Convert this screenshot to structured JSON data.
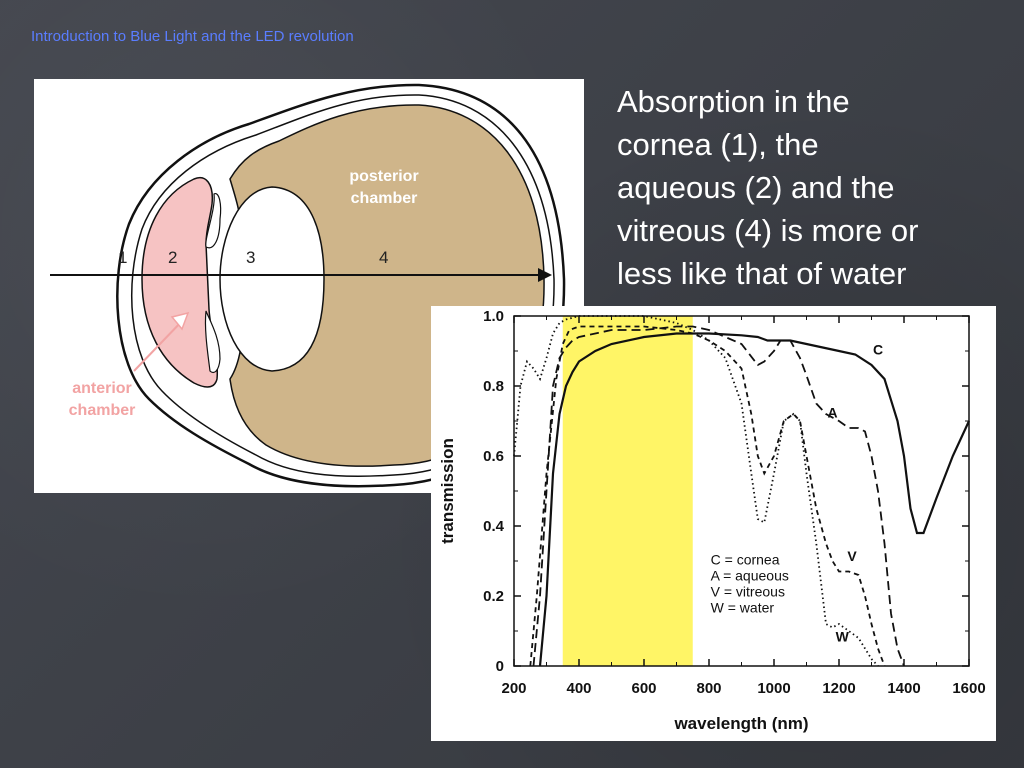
{
  "slide": {
    "header": "Introduction to Blue Light and the LED revolution",
    "body_lines": [
      "Absorption in the",
      "cornea (1), the",
      "aqueous (2) and the",
      "vitreous (4) is more or",
      "less like that of water"
    ]
  },
  "eye_diagram": {
    "region_numbers": [
      "1",
      "2",
      "3",
      "4"
    ],
    "posterior_label": [
      "posterior",
      "chamber"
    ],
    "anterior_label": [
      "anterior",
      "chamber"
    ],
    "colors": {
      "tissue": "#cfb58a",
      "anterior": "#f6c3c3",
      "anterior_text": "#f2a3a3"
    }
  },
  "chart_data": {
    "type": "line",
    "xlabel": "wavelength (nm)",
    "ylabel": "transmission",
    "xlim": [
      200,
      1600
    ],
    "ylim": [
      0,
      1.0
    ],
    "xticks": [
      200,
      400,
      600,
      800,
      1000,
      1200,
      1400,
      1600
    ],
    "yticks": [
      0,
      0.2,
      0.4,
      0.6,
      0.8,
      1.0
    ],
    "ytick_labels": [
      "0",
      "0.2",
      "0.4",
      "0.6",
      "0.8",
      "1.0"
    ],
    "visible_band": {
      "x0": 350,
      "x1": 750,
      "color": "#fff566"
    },
    "legend": [
      "C = cornea",
      "A = aqueous",
      "V = vitreous",
      "W = water"
    ],
    "series": [
      {
        "name": "C",
        "dash": "solid",
        "x": [
          280,
          300,
          320,
          340,
          360,
          380,
          400,
          450,
          500,
          600,
          700,
          800,
          900,
          950,
          980,
          1000,
          1050,
          1100,
          1200,
          1250,
          1300,
          1340,
          1380,
          1400,
          1420,
          1440,
          1460,
          1500,
          1550,
          1600
        ],
        "y": [
          0.0,
          0.2,
          0.55,
          0.72,
          0.8,
          0.84,
          0.87,
          0.9,
          0.92,
          0.94,
          0.95,
          0.95,
          0.945,
          0.94,
          0.93,
          0.93,
          0.93,
          0.92,
          0.9,
          0.89,
          0.86,
          0.82,
          0.7,
          0.6,
          0.45,
          0.38,
          0.38,
          0.48,
          0.6,
          0.7
        ]
      },
      {
        "name": "A",
        "dash": "long",
        "x": [
          260,
          280,
          300,
          320,
          340,
          360,
          380,
          400,
          450,
          500,
          600,
          700,
          750,
          800,
          850,
          900,
          950,
          970,
          1000,
          1020,
          1050,
          1080,
          1100,
          1130,
          1160,
          1200,
          1230,
          1260,
          1280,
          1300,
          1320,
          1340,
          1360,
          1380,
          1400
        ],
        "y": [
          0.0,
          0.2,
          0.5,
          0.8,
          0.88,
          0.91,
          0.93,
          0.94,
          0.95,
          0.96,
          0.96,
          0.97,
          0.97,
          0.96,
          0.94,
          0.92,
          0.86,
          0.87,
          0.9,
          0.93,
          0.93,
          0.88,
          0.83,
          0.75,
          0.72,
          0.7,
          0.68,
          0.68,
          0.67,
          0.6,
          0.5,
          0.35,
          0.15,
          0.05,
          0.0
        ]
      },
      {
        "name": "V",
        "dash": "short",
        "x": [
          250,
          270,
          300,
          330,
          350,
          370,
          400,
          450,
          500,
          600,
          700,
          750,
          800,
          850,
          900,
          930,
          950,
          970,
          1000,
          1030,
          1060,
          1080,
          1100,
          1130,
          1160,
          1180,
          1200,
          1230,
          1260,
          1280,
          1300,
          1320,
          1340
        ],
        "y": [
          0.0,
          0.2,
          0.55,
          0.82,
          0.92,
          0.96,
          0.97,
          0.97,
          0.97,
          0.97,
          0.96,
          0.95,
          0.93,
          0.9,
          0.85,
          0.72,
          0.6,
          0.55,
          0.6,
          0.7,
          0.72,
          0.7,
          0.6,
          0.45,
          0.35,
          0.3,
          0.27,
          0.27,
          0.26,
          0.2,
          0.12,
          0.05,
          0.0
        ]
      },
      {
        "name": "W",
        "dash": "dot",
        "x": [
          200,
          210,
          220,
          240,
          260,
          280,
          300,
          320,
          340,
          360,
          400,
          500,
          600,
          700,
          750,
          800,
          850,
          900,
          930,
          950,
          970,
          1000,
          1030,
          1060,
          1080,
          1100,
          1130,
          1160,
          1180,
          1200,
          1230,
          1260,
          1280,
          1300,
          1320
        ],
        "y": [
          0.6,
          0.7,
          0.8,
          0.87,
          0.85,
          0.82,
          0.88,
          0.95,
          0.98,
          0.99,
          1.0,
          1.0,
          1.0,
          0.98,
          0.96,
          0.93,
          0.88,
          0.75,
          0.55,
          0.42,
          0.41,
          0.55,
          0.7,
          0.72,
          0.7,
          0.55,
          0.35,
          0.12,
          0.11,
          0.12,
          0.1,
          0.08,
          0.05,
          0.02,
          0.0
        ]
      }
    ]
  }
}
